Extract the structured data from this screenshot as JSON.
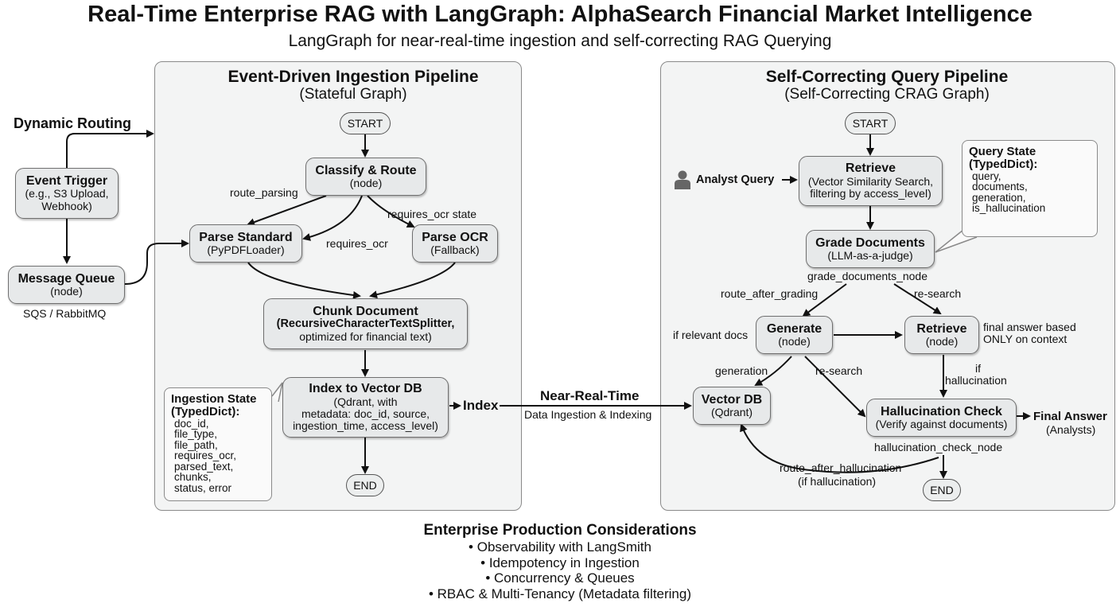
{
  "header": {
    "title": "Real-Time Enterprise RAG with LangGraph: AlphaSearch Financial Market Intelligence",
    "subtitle": "LangGraph for near-real-time ingestion and self-correcting RAG Querying"
  },
  "left": {
    "dynamic_routing": "Dynamic Routing",
    "event_trigger": {
      "title": "Event Trigger",
      "line1": "(e.g., S3 Upload,",
      "line2": "Webhook)"
    },
    "message_queue": {
      "title": "Message Queue",
      "sub": "(node)"
    },
    "queue_caption": "SQS / RabbitMQ"
  },
  "ingestion": {
    "title": "Event-Driven Ingestion Pipeline",
    "subtitle": "(Stateful Graph)",
    "start": "START",
    "classify": {
      "title": "Classify & Route",
      "sub": "(node)"
    },
    "route_parsing": "route_parsing",
    "requires_ocr_state": "requires_ocr state",
    "requires_ocr": "requires_ocr",
    "parse_standard": {
      "title": "Parse Standard",
      "sub": "(PyPDFLoader)"
    },
    "parse_ocr": {
      "title": "Parse OCR",
      "sub": "(Fallback)"
    },
    "chunk": {
      "title": "Chunk Document",
      "sub1": "(RecursiveCharacterTextSplitter,",
      "sub2": "optimized for financial text)"
    },
    "index": {
      "title": "Index to Vector DB",
      "sub1": "(Qdrant, with",
      "sub2": "metadata: doc_id, source,",
      "sub3": "ingestion_time, access_level)"
    },
    "end": "END",
    "index_label": "Index",
    "state": {
      "title1": "Ingestion State",
      "title2": "(TypedDict):",
      "fields": [
        "doc_id,",
        "file_type,",
        "file_path,",
        "requires_ocr,",
        "parsed_text,",
        "chunks,",
        "status, error"
      ]
    }
  },
  "middle": {
    "near_real_time": "Near-Real-Time",
    "data_ingestion": "Data Ingestion & Indexing"
  },
  "query": {
    "title": "Self-Correcting Query Pipeline",
    "subtitle": "(Self-Correcting CRAG Graph)",
    "start": "START",
    "analyst_query": "Analyst Query",
    "retrieve": {
      "title": "Retrieve",
      "sub1": "(Vector Similarity Search,",
      "sub2": "filtering by access_level)"
    },
    "state": {
      "title1": "Query State",
      "title2": "(TypedDict):",
      "fields": [
        "query,",
        "documents,",
        "generation,",
        "is_hallucination"
      ]
    },
    "grade": {
      "title": "Grade Documents",
      "sub": "(LLM-as-a-judge)"
    },
    "grade_node_label": "grade_documents_node",
    "route_after_grading": "route_after_grading",
    "re_search_top": "re-search",
    "if_relevant_docs": "if relevant docs",
    "generate": {
      "title": "Generate",
      "sub": "(node)"
    },
    "retrieve2": {
      "title": "Retrieve",
      "sub": "(node)"
    },
    "final_answer_note1": "final answer based",
    "final_answer_note2": "ONLY on context",
    "generation_label": "generation",
    "re_search_mid": "re-search",
    "if_hallucination1": "if",
    "if_hallucination2": "hallucination",
    "vector_db": {
      "title": "Vector DB",
      "sub": "(Qdrant)"
    },
    "halluc": {
      "title": "Hallucination Check",
      "sub": "(Verify against documents)"
    },
    "final_answer": "Final Answer",
    "analysts": "(Analysts)",
    "halluc_node_label": "hallucination_check_node",
    "route_after_halluc1": "route_after_hallucination",
    "route_after_halluc2": "(if hallucination)",
    "end": "END"
  },
  "considerations": {
    "title": "Enterprise Production Considerations",
    "items": [
      "• Observability with LangSmith",
      "• Idempotency in Ingestion",
      "• Concurrency & Queues",
      "• RBAC & Multi-Tenancy (Metadata filtering)"
    ]
  },
  "icons": {
    "person": "person-icon"
  }
}
